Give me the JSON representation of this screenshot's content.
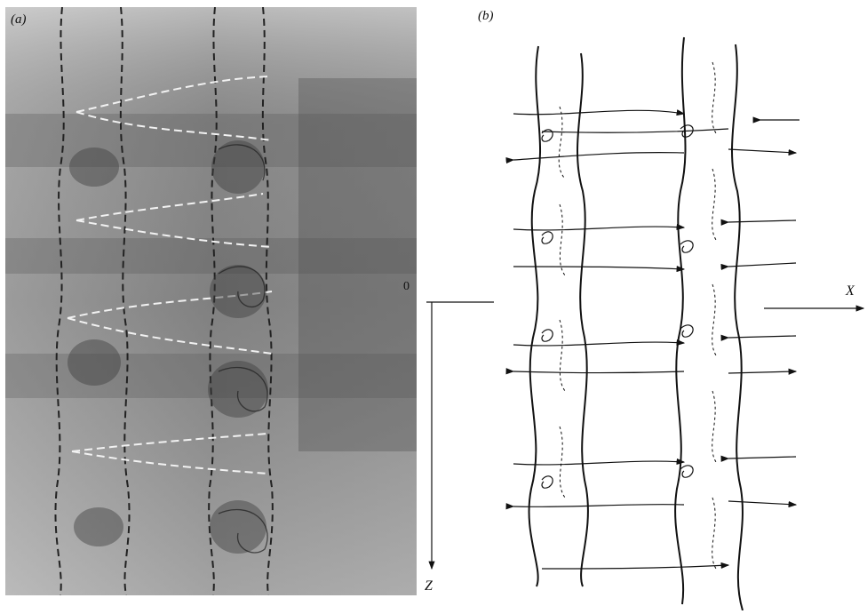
{
  "figure": {
    "panel_a": {
      "label": "(a)"
    },
    "panel_b": {
      "label": "(b)",
      "origin_label": "0",
      "x_axis_label": "X",
      "z_axis_label": "Z"
    }
  }
}
